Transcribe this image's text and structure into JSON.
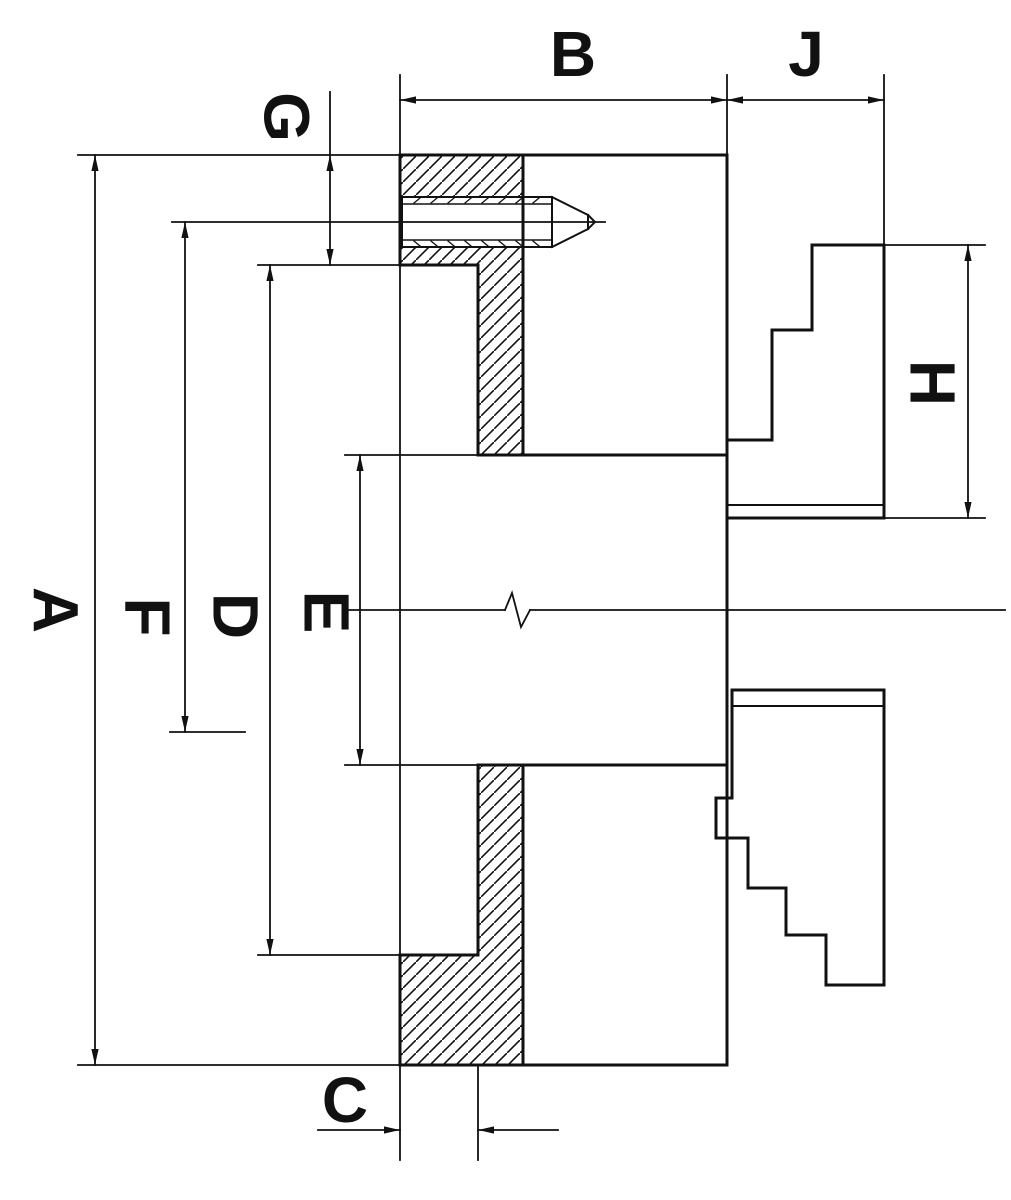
{
  "diagram": {
    "kind": "technical cross-section drawing (lathe chuck with jaws, dimension callouts)",
    "background_color": "#ffffff",
    "line_color": "#111111",
    "dimension_labels": {
      "a": "A",
      "b": "B",
      "c": "C",
      "d": "D",
      "e": "E",
      "f": "F",
      "g": "G",
      "h": "H",
      "j": "J"
    }
  }
}
